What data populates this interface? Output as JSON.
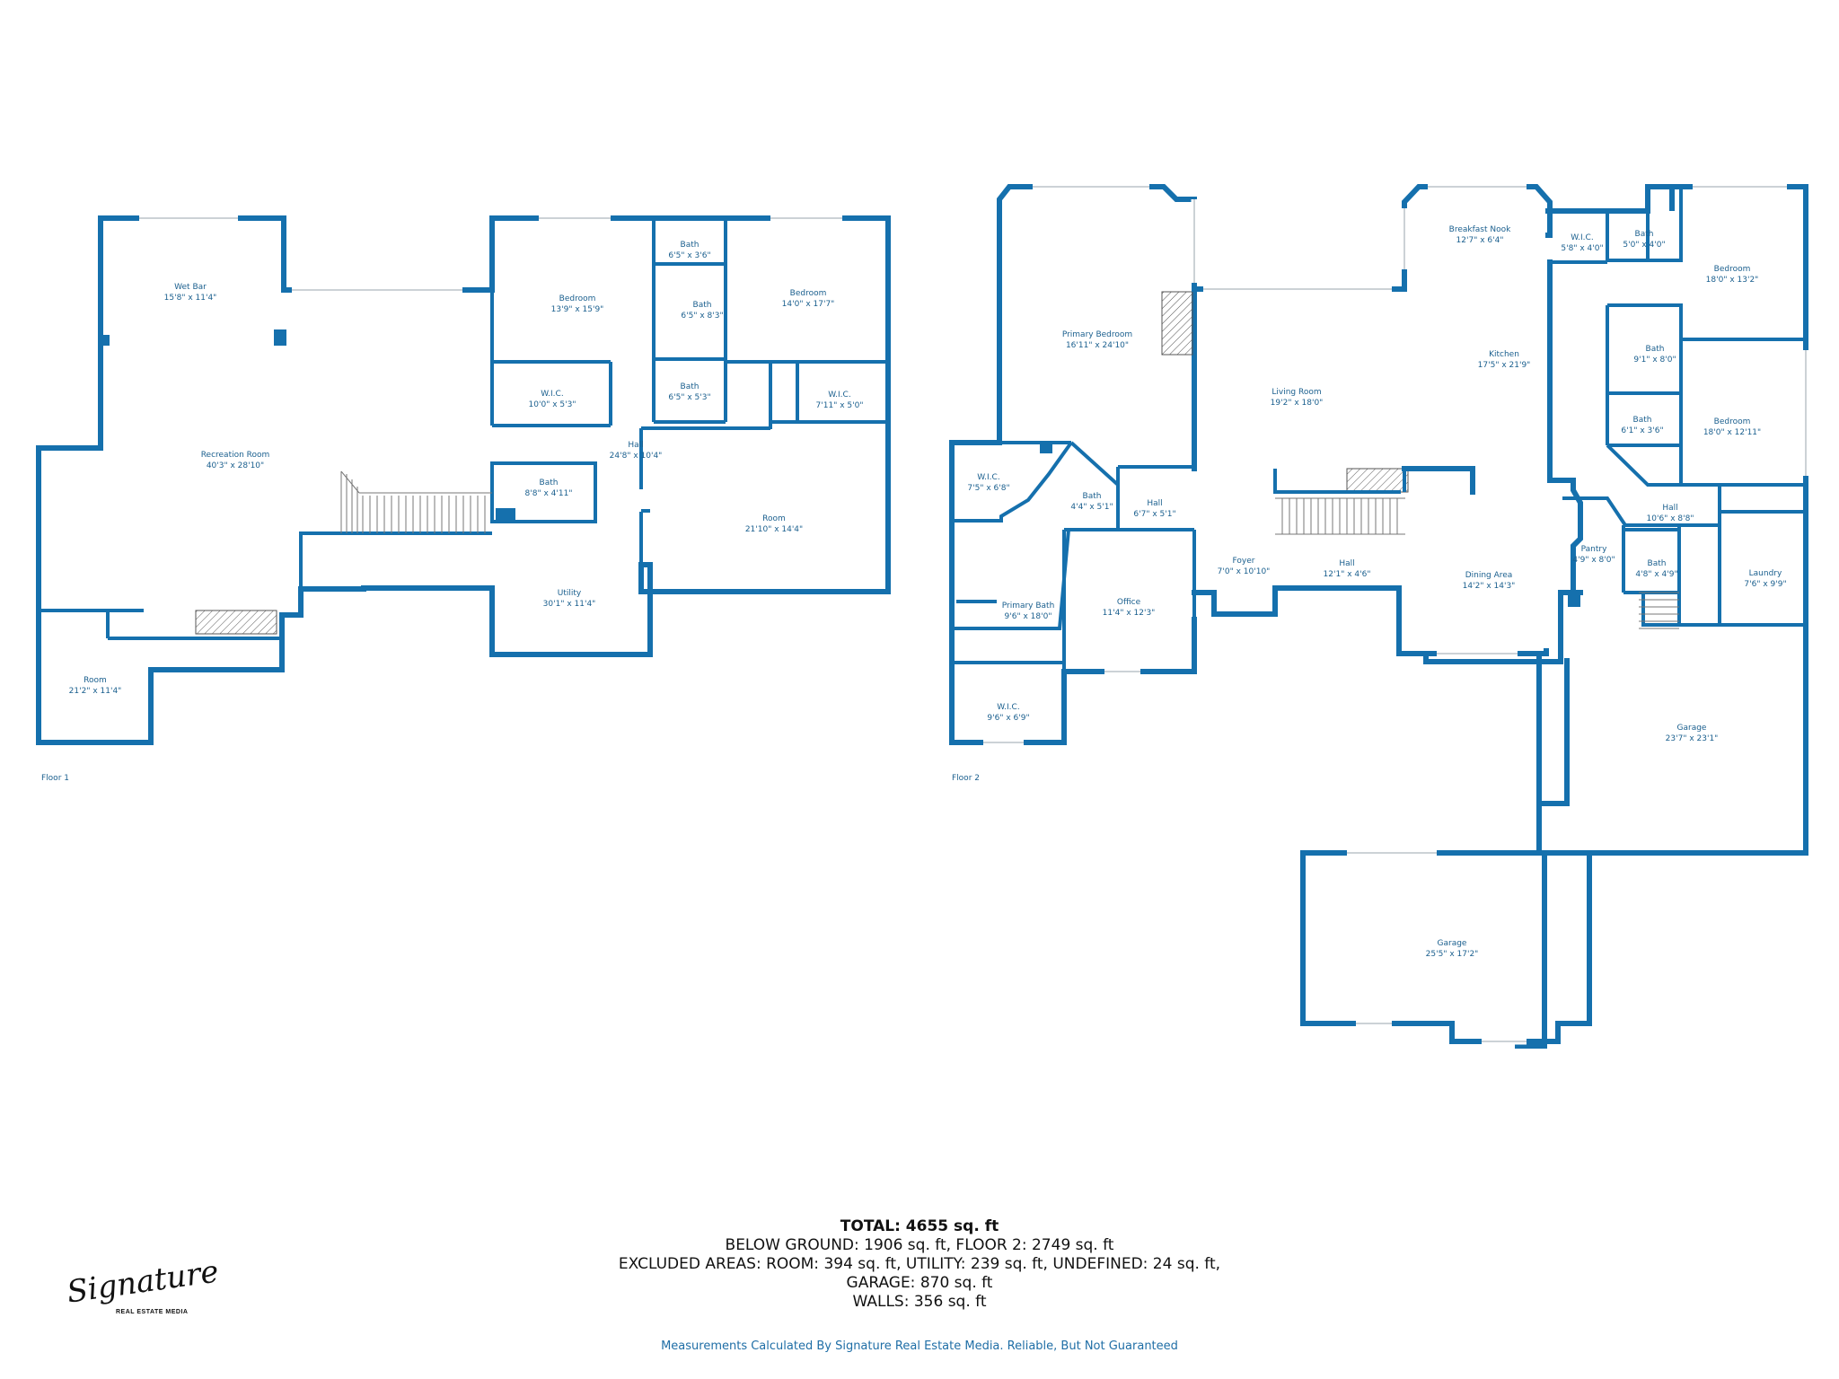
{
  "floors": [
    {
      "label": "Floor 1"
    },
    {
      "label": "Floor 2"
    }
  ],
  "rooms": {
    "f1_wetbar": {
      "name": "Wet Bar",
      "dim": "15'8\" x 11'4\""
    },
    "f1_recroom": {
      "name": "Recreation Room",
      "dim": "40'3\" x 28'10\""
    },
    "f1_room_sw": {
      "name": "Room",
      "dim": "21'2\" x 11'4\""
    },
    "f1_bedroom_a": {
      "name": "Bedroom",
      "dim": "13'9\" x 15'9\""
    },
    "f1_wic_a": {
      "name": "W.I.C.",
      "dim": "10'0\" x 5'3\""
    },
    "f1_bath_a": {
      "name": "Bath",
      "dim": "6'5\" x 3'6\""
    },
    "f1_bath_b": {
      "name": "Bath",
      "dim": "6'5\" x 8'3\""
    },
    "f1_bath_c": {
      "name": "Bath",
      "dim": "6'5\" x 5'3\""
    },
    "f1_bedroom_b": {
      "name": "Bedroom",
      "dim": "14'0\" x 17'7\""
    },
    "f1_wic_b": {
      "name": "W.I.C.",
      "dim": "7'11\" x 5'0\""
    },
    "f1_hall": {
      "name": "Hall",
      "dim": "24'8\" x 10'4\""
    },
    "f1_bath_d": {
      "name": "Bath",
      "dim": "8'8\" x 4'11\""
    },
    "f1_room_e": {
      "name": "Room",
      "dim": "21'10\" x 14'4\""
    },
    "f1_utility": {
      "name": "Utility",
      "dim": "30'1\" x 11'4\""
    },
    "f2_primary_bed": {
      "name": "Primary Bedroom",
      "dim": "16'11\" x 24'10\""
    },
    "f2_wic_a": {
      "name": "W.I.C.",
      "dim": "7'5\" x 6'8\""
    },
    "f2_bath_a": {
      "name": "Bath",
      "dim": "4'4\" x 5'1\""
    },
    "f2_hall_a": {
      "name": "Hall",
      "dim": "6'7\" x 5'1\""
    },
    "f2_primary_bath": {
      "name": "Primary Bath",
      "dim": "9'6\" x 18'0\""
    },
    "f2_office": {
      "name": "Office",
      "dim": "11'4\" x 12'3\""
    },
    "f2_wic_b": {
      "name": "W.I.C.",
      "dim": "9'6\" x 6'9\""
    },
    "f2_living": {
      "name": "Living Room",
      "dim": "19'2\" x 18'0\""
    },
    "f2_foyer": {
      "name": "Foyer",
      "dim": "7'0\" x 10'10\""
    },
    "f2_hall_b": {
      "name": "Hall",
      "dim": "12'1\" x 4'6\""
    },
    "f2_breakfast": {
      "name": "Breakfast Nook",
      "dim": "12'7\" x 6'4\""
    },
    "f2_kitchen": {
      "name": "Kitchen",
      "dim": "17'5\" x 21'9\""
    },
    "f2_dining": {
      "name": "Dining Area",
      "dim": "14'2\" x 14'3\""
    },
    "f2_wic_c": {
      "name": "W.I.C.",
      "dim": "5'8\" x 4'0\""
    },
    "f2_bath_b": {
      "name": "Bath",
      "dim": "5'0\" x 4'0\""
    },
    "f2_bedroom_a": {
      "name": "Bedroom",
      "dim": "18'0\" x 13'2\""
    },
    "f2_bath_c": {
      "name": "Bath",
      "dim": "9'1\" x 8'0\""
    },
    "f2_bath_d": {
      "name": "Bath",
      "dim": "6'1\" x 3'6\""
    },
    "f2_bedroom_b": {
      "name": "Bedroom",
      "dim": "18'0\" x 12'11\""
    },
    "f2_hall_c": {
      "name": "Hall",
      "dim": "10'6\" x 8'8\""
    },
    "f2_pantry": {
      "name": "Pantry",
      "dim": "4'9\" x 8'0\""
    },
    "f2_bath_e": {
      "name": "Bath",
      "dim": "4'8\" x 4'9\""
    },
    "f2_laundry": {
      "name": "Laundry",
      "dim": "7'6\" x 9'9\""
    },
    "f2_garage_a": {
      "name": "Garage",
      "dim": "23'7\" x 23'1\""
    },
    "f2_garage_b": {
      "name": "Garage",
      "dim": "25'5\" x 17'2\""
    }
  },
  "summary": {
    "total": "TOTAL: 4655 sq. ft",
    "line1": "BELOW GROUND: 1906 sq. ft, FLOOR 2: 2749 sq. ft",
    "line2": "EXCLUDED AREAS: ROOM: 394 sq. ft, UTILITY: 239 sq. ft, UNDEFINED: 24 sq. ft,",
    "line3": "GARAGE: 870 sq. ft",
    "line4": "WALLS: 356 sq. ft"
  },
  "disclaimer": "Measurements Calculated By Signature Real Estate Media. Reliable, But Not Guaranteed",
  "logo": {
    "script": "Signature",
    "sub": "REAL ESTATE MEDIA"
  },
  "colors": {
    "wall": "#1570ad",
    "label": "#1a5f8e",
    "disclaimer": "#1f6ea6"
  }
}
